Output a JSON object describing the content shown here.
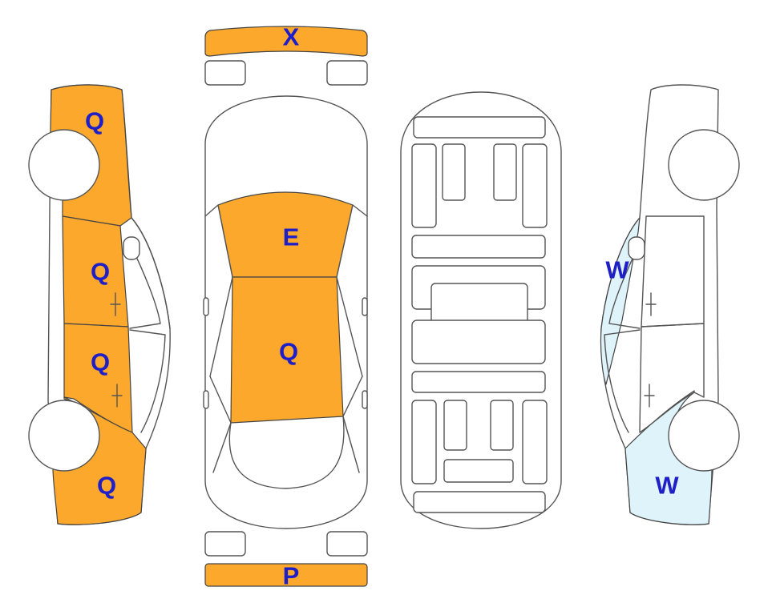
{
  "colors": {
    "damage_orange": "#FBA82C",
    "light_blue": "#DFF3FB",
    "label_blue": "#1F1FC8"
  },
  "panels": {
    "front_bumper": "X",
    "rear_bumper": "P",
    "hood": "E",
    "roof": "Q",
    "left_front_fender": "Q",
    "left_front_door": "Q",
    "left_rear_door": "Q",
    "left_rear_quarter": "Q",
    "right_front_door": "W",
    "right_rear_quarter": "W"
  }
}
